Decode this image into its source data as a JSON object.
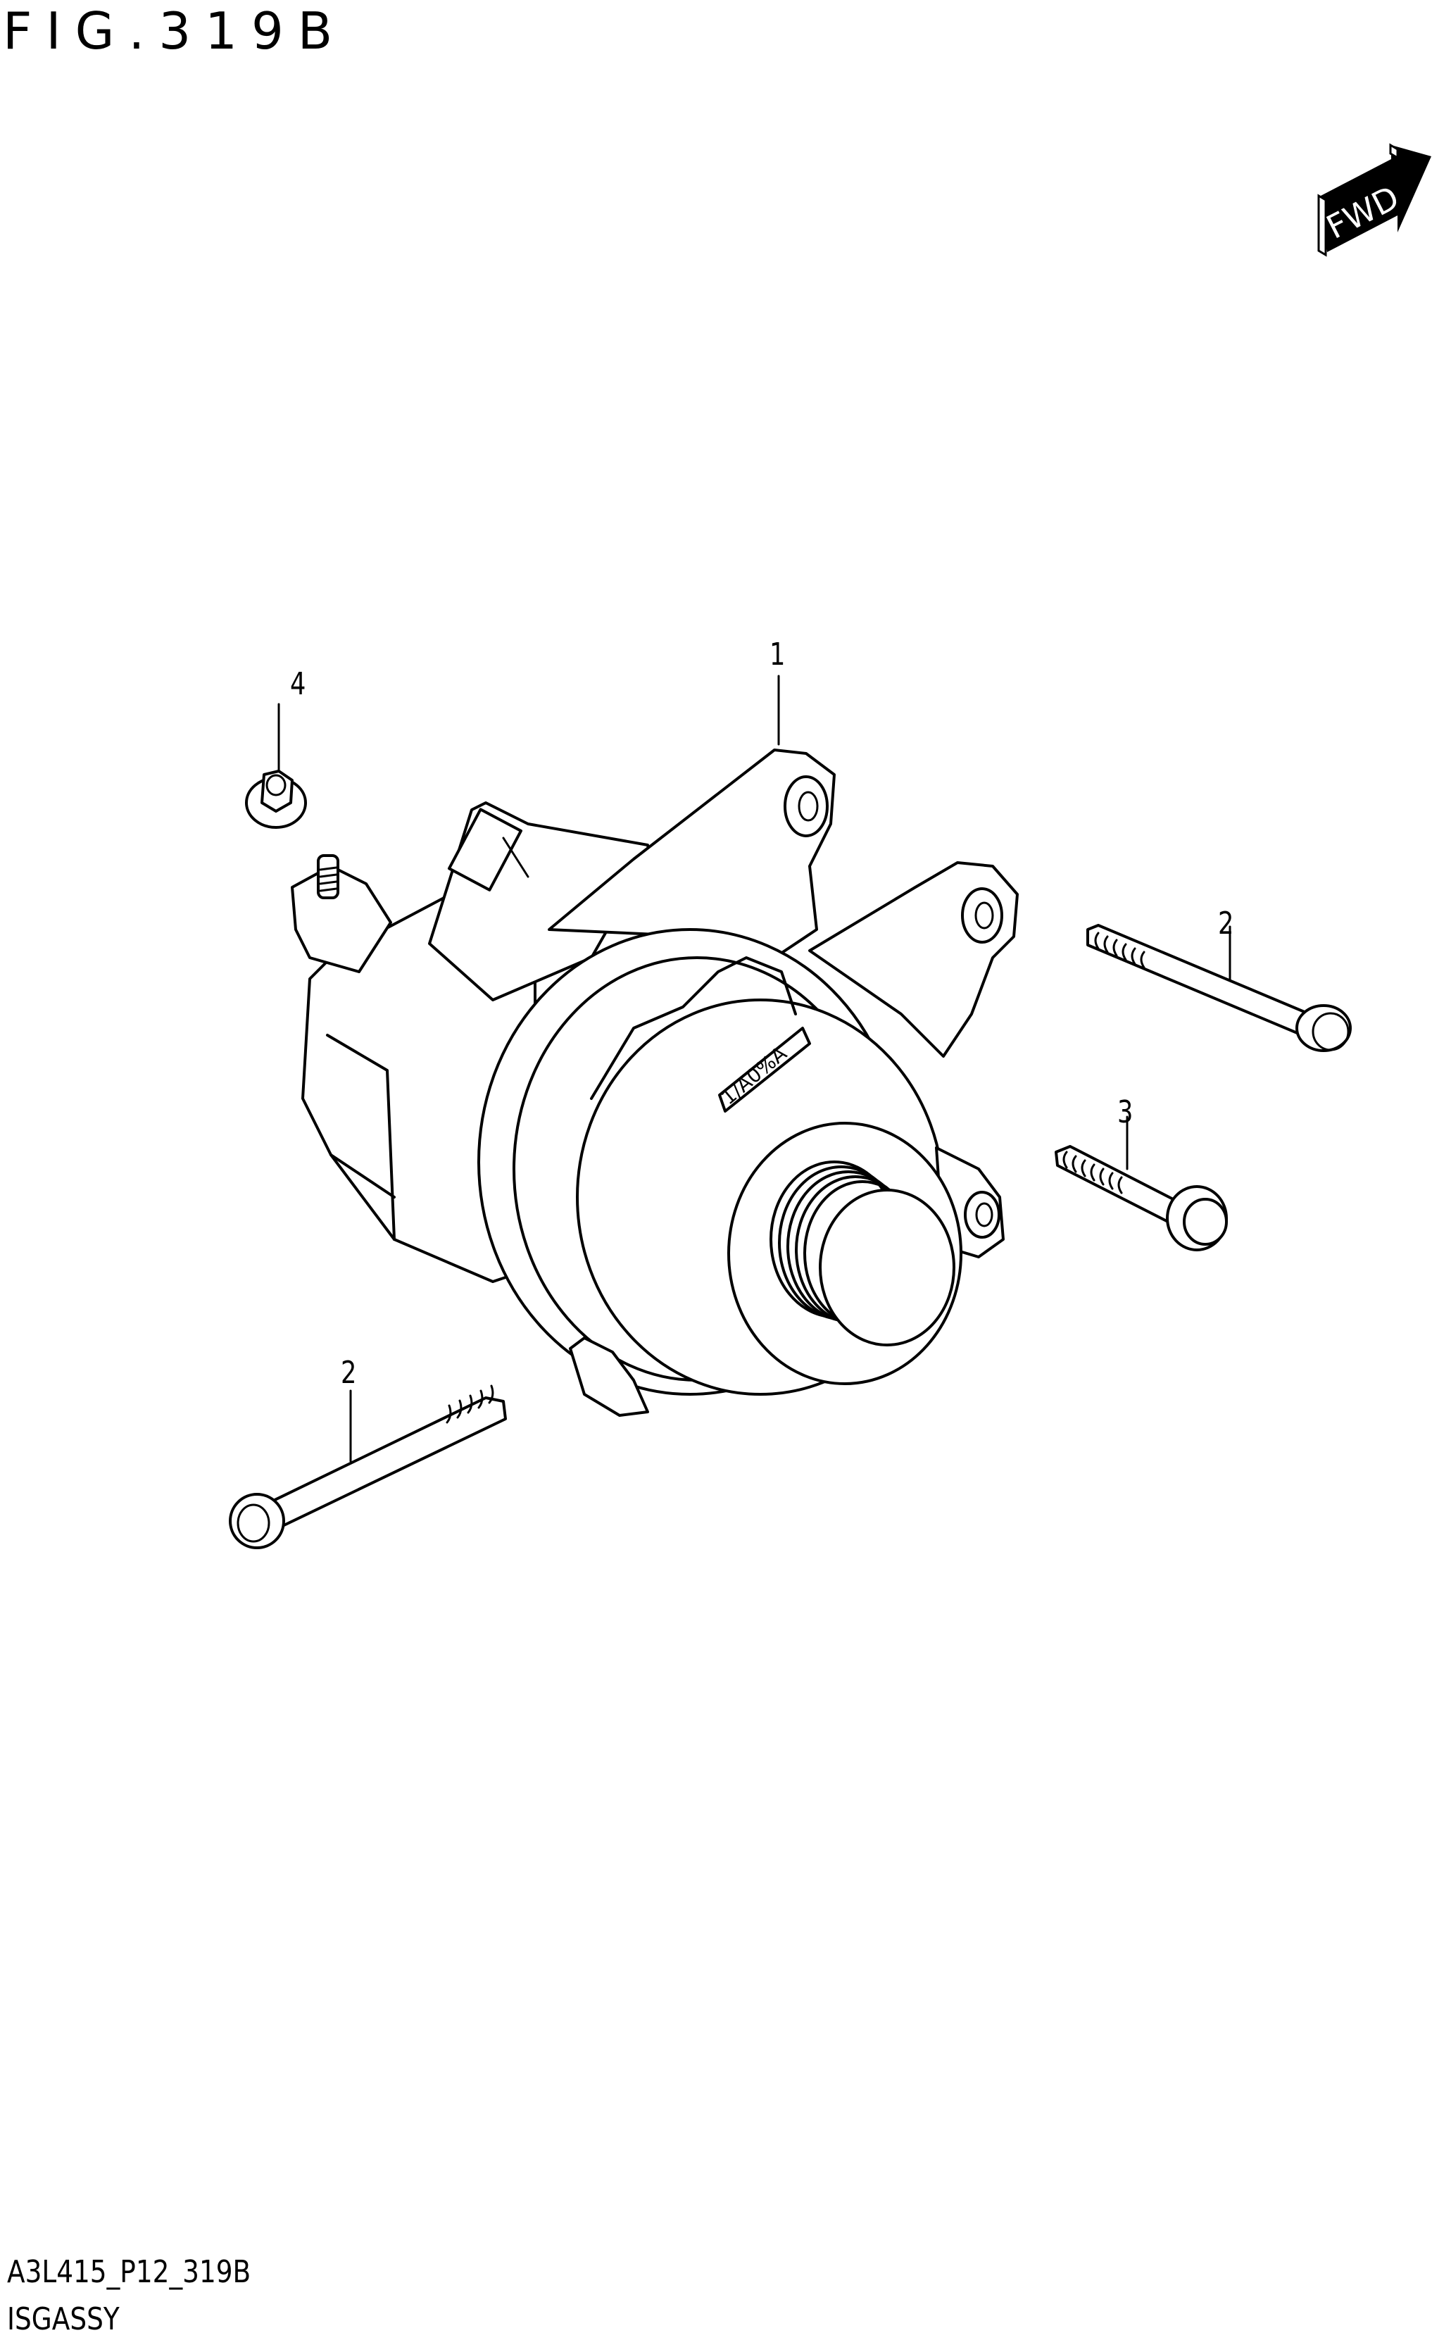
{
  "figure": {
    "title": "FIG.319B",
    "code": "A3L415_P12_319B",
    "name": "ISGASSY"
  },
  "direction_indicator": {
    "label": "FWD",
    "icon": "forward-arrow-icon"
  },
  "callouts": [
    {
      "id": "1",
      "label": "1",
      "part": "isg-assembly"
    },
    {
      "id": "2a",
      "label": "2",
      "part": "long-flange-bolt-right"
    },
    {
      "id": "3",
      "label": "3",
      "part": "short-flange-bolt"
    },
    {
      "id": "2b",
      "label": "2",
      "part": "long-flange-bolt-left"
    },
    {
      "id": "4",
      "label": "4",
      "part": "flange-nut"
    }
  ],
  "part_marking": "1/A0%A"
}
